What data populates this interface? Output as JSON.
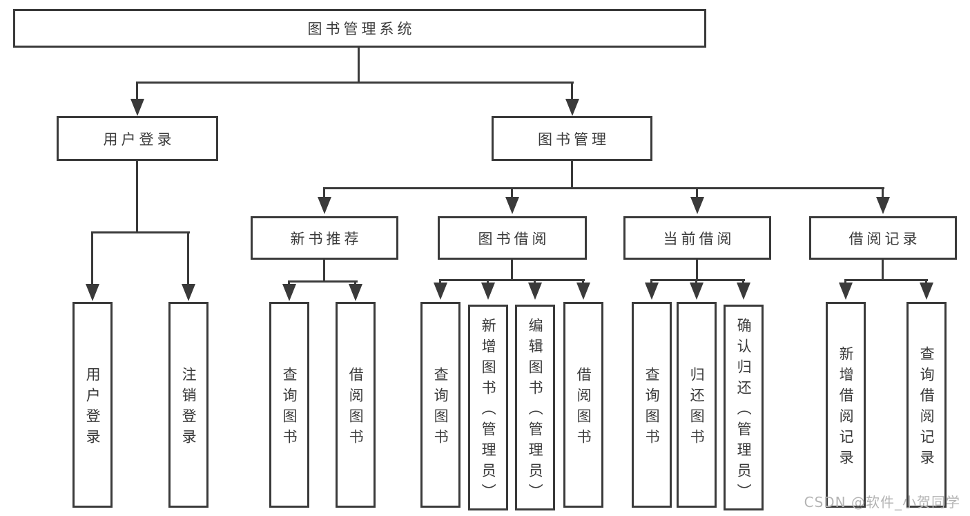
{
  "tree": {
    "label": "图书管理系统",
    "children": [
      {
        "label": "用户登录",
        "children": [
          {
            "label": "用户登录"
          },
          {
            "label": "注销登录"
          }
        ]
      },
      {
        "label": "图书管理",
        "children": [
          {
            "label": "新书推荐",
            "children": [
              {
                "label": "查询图书"
              },
              {
                "label": "借阅图书"
              }
            ]
          },
          {
            "label": "图书借阅",
            "children": [
              {
                "label": "查询图书"
              },
              {
                "label": "新增图书（管理员）"
              },
              {
                "label": "编辑图书（管理员）"
              },
              {
                "label": "借阅图书"
              }
            ]
          },
          {
            "label": "当前借阅",
            "children": [
              {
                "label": "查询图书"
              },
              {
                "label": "归还图书"
              },
              {
                "label": "确认归还（管理员）"
              }
            ]
          },
          {
            "label": "借阅记录",
            "children": [
              {
                "label": "新增借阅记录"
              },
              {
                "label": "查询借阅记录"
              }
            ]
          }
        ]
      }
    ]
  },
  "watermark": "CSDN @软件_小贺同学",
  "colors": {
    "line": "#3a3a3a",
    "text": "#3a3a3a",
    "background": "#ffffff",
    "watermark": "#b4b4b4"
  }
}
